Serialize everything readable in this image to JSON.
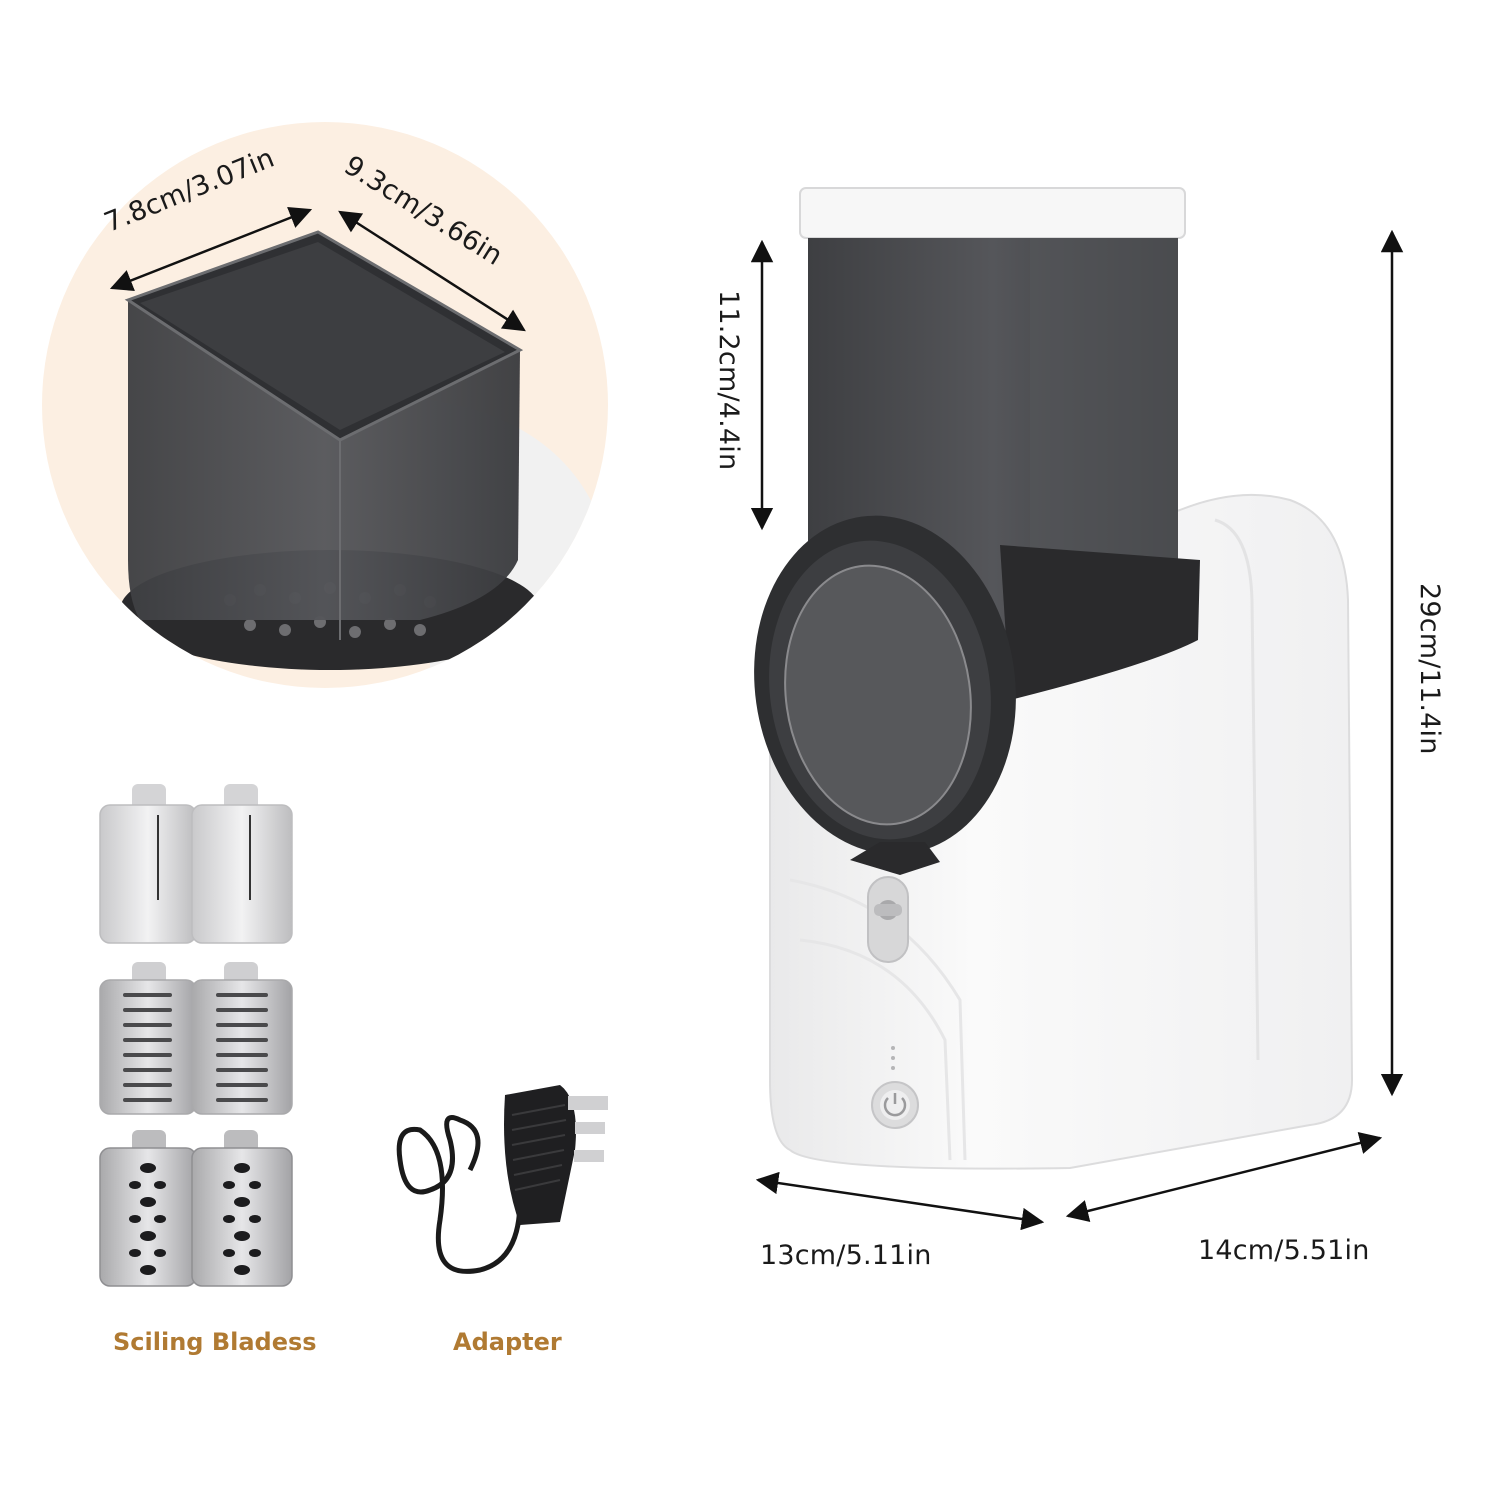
{
  "dimensions": {
    "hopper_width": "7.8cm/3.07in",
    "hopper_depth": "9.3cm/3.66in",
    "hopper_height": "11.2cm/4.4in",
    "total_height": "29cm/11.4in",
    "base_width": "13cm/5.11in",
    "base_depth": "14cm/5.51in"
  },
  "accessories": {
    "blades_label": "Sciling Bladess",
    "adapter_label": "Adapter"
  },
  "colors": {
    "accent": "#b07a32",
    "circle_bg": "#fcefe2",
    "hopper_smoke": "#4a4b4e",
    "body_white": "#f4f4f4"
  },
  "icons": [
    "power-button-icon",
    "lock-slider-icon",
    "plug-icon"
  ]
}
